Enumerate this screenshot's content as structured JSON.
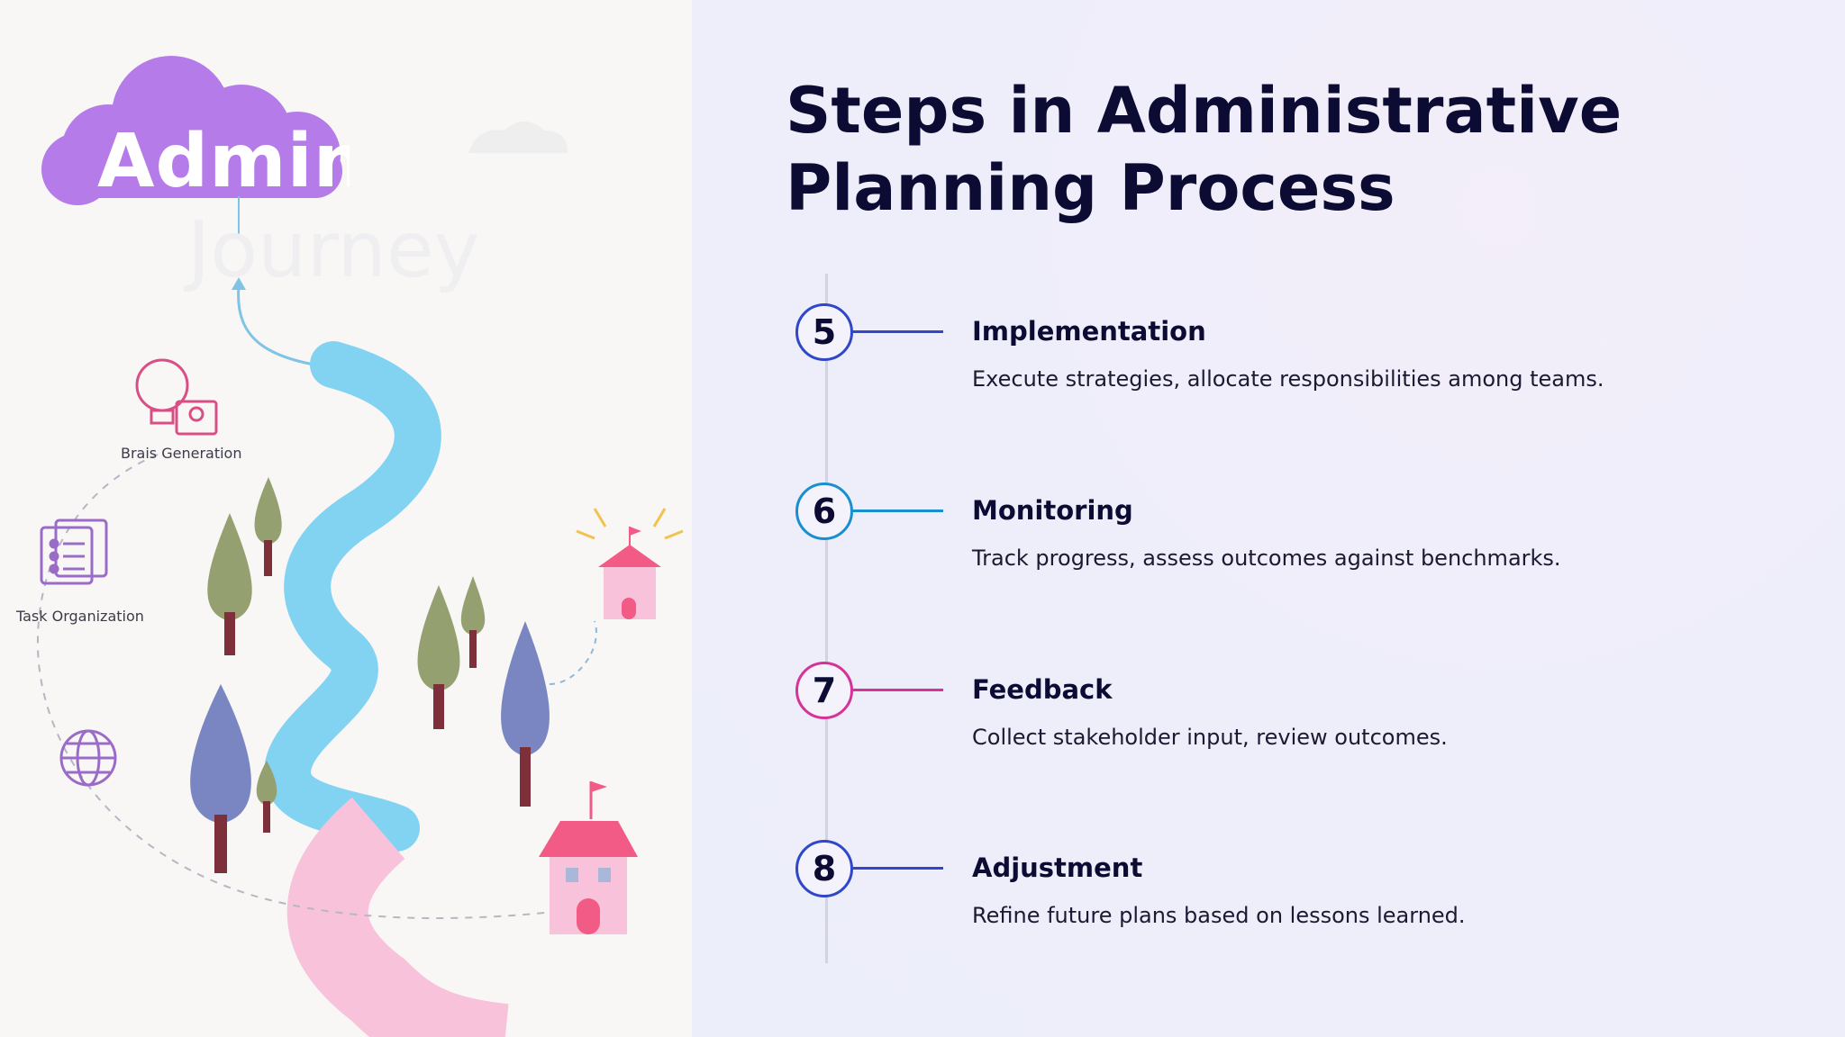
{
  "illustration": {
    "cloud_title": "Adminis",
    "faded_word": "Journey",
    "labels": {
      "brain_generation": "Brais Generation",
      "task_organization": "Task Organization"
    }
  },
  "page_title": "Steps in Administrative Planning Process",
  "steps": [
    {
      "number": "5",
      "title": "Implementation",
      "description": "Execute strategies, allocate responsibilities among teams.",
      "color": "#2f47c8"
    },
    {
      "number": "6",
      "title": "Monitoring",
      "description": "Track progress, assess outcomes against benchmarks.",
      "color": "#1a8fcf"
    },
    {
      "number": "7",
      "title": "Feedback",
      "description": "Collect stakeholder input, review outcomes.",
      "color": "#d6339a"
    },
    {
      "number": "8",
      "title": "Adjustment",
      "description": "Refine future plans based on lessons learned.",
      "color": "#2f47c8"
    }
  ],
  "colors": {
    "title": "#0b0b33",
    "cloud": "#b57be8",
    "river": "#82d3f2",
    "path": "#f8c2da",
    "house_roof": "#f25b86"
  }
}
